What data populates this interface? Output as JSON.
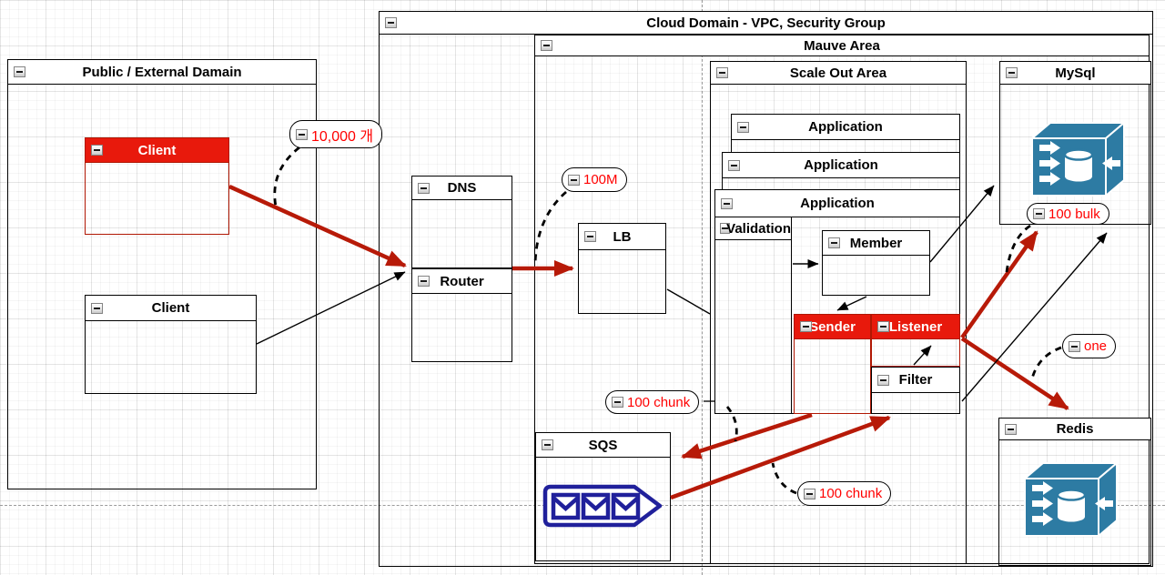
{
  "colors": {
    "node_fill_red": "#E8190C",
    "edge_red": "#B71A08",
    "label_red": "#FF0000",
    "db_icon_blue": "#2D7BA3",
    "sqs_icon_navy": "#20209B"
  },
  "containers": {
    "public": {
      "title": "Public / External Damain"
    },
    "cloud": {
      "title": "Cloud Domain - VPC, Security Group"
    },
    "mauve": {
      "title": "Mauve Area"
    },
    "scaleout": {
      "title": "Scale Out Area"
    }
  },
  "nodes": {
    "client_red": {
      "label": "Client"
    },
    "client": {
      "label": "Client"
    },
    "dns": {
      "label": "DNS"
    },
    "router": {
      "label": "Router"
    },
    "lb": {
      "label": "LB"
    },
    "app1": {
      "label": "Application"
    },
    "app2": {
      "label": "Application"
    },
    "app3": {
      "label": "Application"
    },
    "validation": {
      "label": "Validation"
    },
    "member": {
      "label": "Member"
    },
    "sender": {
      "label": "Sender"
    },
    "listener": {
      "label": "Listener"
    },
    "filter": {
      "label": "Filter"
    },
    "sqs": {
      "label": "SQS"
    },
    "mysql": {
      "label": "MySql"
    },
    "redis": {
      "label": "Redis"
    }
  },
  "edge_labels": {
    "client_count": "10,000 개",
    "request_volume": "100M",
    "sender_chunk": "100 chunk",
    "consume_chunk": "100 chunk",
    "mysql_bulk": "100 bulk",
    "redis_one": "one"
  },
  "icons": {
    "collapse": "minus-square-icon",
    "sqs_queue": "message-queue-icon",
    "database": "database-cube-icon"
  }
}
